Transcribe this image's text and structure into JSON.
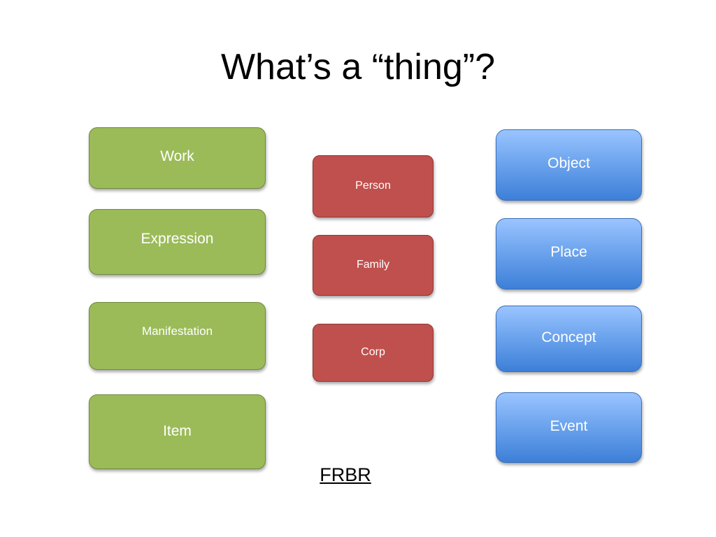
{
  "title": "What’s a “thing”?",
  "frbr_group": {
    "label": "FRBR",
    "items": [
      "Work",
      "Expression",
      "Manifestation",
      "Item"
    ]
  },
  "agents_group": {
    "items": [
      "Person",
      "Family",
      "Corp"
    ]
  },
  "subjects_group": {
    "items": [
      "Object",
      "Place",
      "Concept",
      "Event"
    ]
  },
  "colors": {
    "green": "#9bbb59",
    "red": "#c0504d",
    "blue": "#6ea5ee"
  }
}
